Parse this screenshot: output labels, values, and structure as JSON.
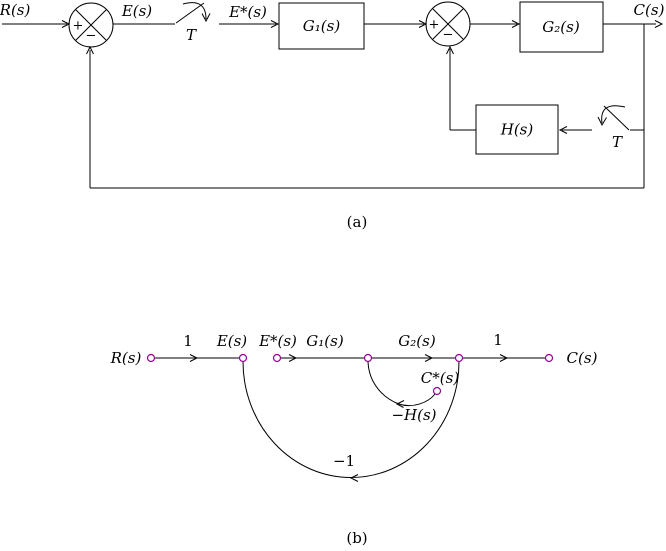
{
  "figure": {
    "colors": {
      "node_stroke": "#990099",
      "line": "#000000"
    },
    "part_a": {
      "caption": "(a)",
      "input_label": "R(s)",
      "error_label": "E(s)",
      "sampler1_period": "T",
      "sampled_error_label": "E*(s)",
      "g1_block_label": "G₁(s)",
      "g2_block_label": "G₂(s)",
      "output_label": "C(s)",
      "h_block_label": "H(s)",
      "sampler2_period": "T",
      "sum1_plus": "+",
      "sum1_minus": "−",
      "sum2_plus": "+",
      "sum2_minus": "−"
    },
    "part_b": {
      "caption": "(b)",
      "input_node_label": "R(s)",
      "input_gain": "1",
      "error_node_label": "E(s)",
      "sampled_error_node_label": "E*(s)",
      "g1_gain": "G₁(s)",
      "g2_gain": "G₂(s)",
      "output_gain": "1",
      "output_node_label": "C(s)",
      "sampled_output_node_label": "C*(s)",
      "h_feedback_gain": "−H(s)",
      "outer_feedback_gain": "−1"
    }
  }
}
